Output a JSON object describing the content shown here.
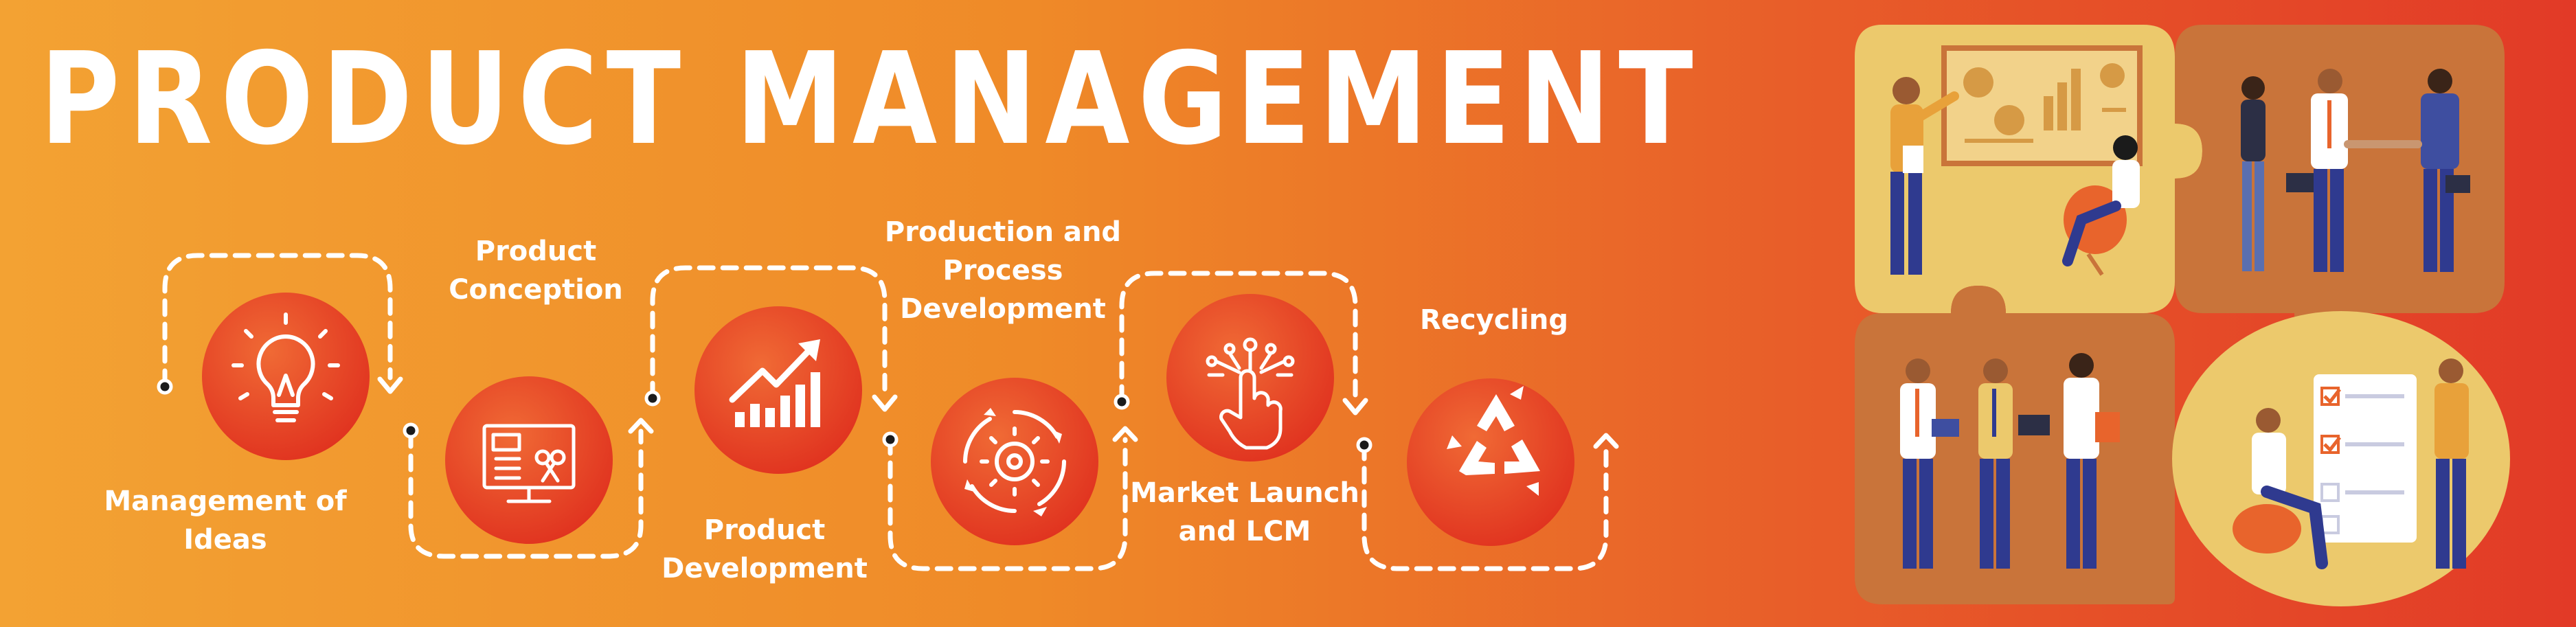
{
  "title": "PRODUCT MANAGEMENT",
  "colors": {
    "gradient_start": "#f3a233",
    "gradient_end": "#e23a27",
    "circle": "#e8432a",
    "tile_light": "#e8c46a",
    "tile_dark": "#c96f34"
  },
  "steps": [
    {
      "lines": [
        "Management of",
        "Ideas"
      ],
      "icon": "lightbulb-icon"
    },
    {
      "lines": [
        "Product",
        "Conception"
      ],
      "icon": "blueprint-monitor-icon"
    },
    {
      "lines": [
        "Product",
        "Development"
      ],
      "icon": "growth-chart-icon"
    },
    {
      "lines": [
        "Production and",
        "Process",
        "Development"
      ],
      "icon": "gear-cycle-icon"
    },
    {
      "lines": [
        "Market Launch",
        "and LCM"
      ],
      "icon": "touch-circuit-icon"
    },
    {
      "lines": [
        "Recycling"
      ],
      "icon": "recycle-icon"
    }
  ],
  "illustrations": [
    {
      "scene": "presentation-scene",
      "icon": "presentation-board-icon"
    },
    {
      "scene": "handshake-scene",
      "icon": "handshake-icon"
    },
    {
      "scene": "team-scene",
      "icon": "team-icon"
    },
    {
      "scene": "checklist-scene",
      "icon": "checklist-icon"
    }
  ]
}
